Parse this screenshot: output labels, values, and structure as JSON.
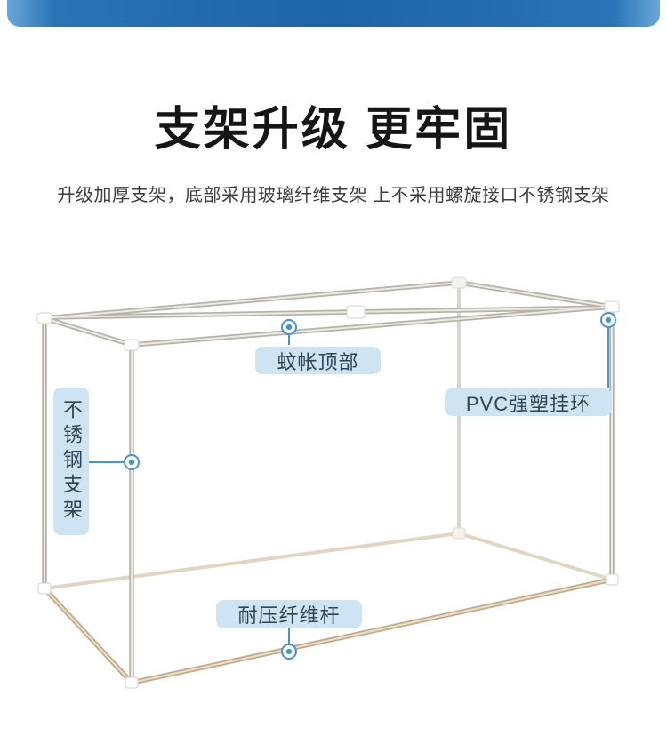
{
  "section": {
    "title": "支架升级 更牢固",
    "subtitle": "升级加厚支架，底部采用玻璃纤维支架 上不采用螺旋接口不锈钢支架"
  },
  "callouts": {
    "net_top": "蚊帐顶部",
    "pvc_ring": "PVC强塑挂环",
    "steel_bracket": "不锈钢支架",
    "fiber_rod": "耐压纤维杆"
  },
  "colors": {
    "divider_blue": "#1d63a8",
    "label_bg": "#cfe4f2",
    "label_text": "#2a4459",
    "callout_line": "#4a94cc",
    "steel_tube": "#b7b3ab",
    "fiber_rod_tube": "#bfab8e"
  }
}
